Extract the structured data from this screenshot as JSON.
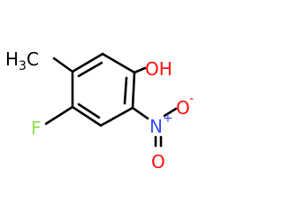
{
  "molecule": {
    "atoms": {
      "oh": "OH",
      "methyl_h": "H",
      "methyl_sub": "3",
      "methyl_c": "C",
      "fluorine": "F",
      "nitrogen": "N",
      "nitrogen_charge": "+",
      "oxygen_upper": "O",
      "oxygen_upper_charge": "-",
      "oxygen_lower": "O"
    },
    "colors": {
      "bond": "#000000",
      "carbon_hydrogen": "#000000",
      "oxygen": "#ff0d0d",
      "nitrogen": "#3050f8",
      "fluorine": "#90e050"
    }
  }
}
